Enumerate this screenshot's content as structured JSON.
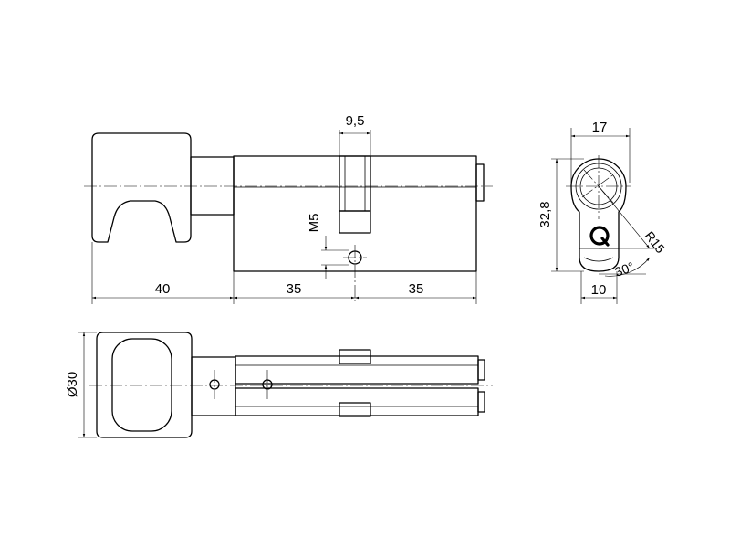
{
  "dimensions": {
    "knob_length": "40",
    "half_length_left": "35",
    "half_length_right": "35",
    "cam_width": "9,5",
    "screw_thread": "M5",
    "knob_diameter": "Ø30",
    "profile_width": "17",
    "profile_height": "32,8",
    "cam_radius": "R15",
    "cam_angle": "30°",
    "profile_bottom_width": "10"
  },
  "icons": {
    "brand_mark": "q-logo-icon"
  }
}
